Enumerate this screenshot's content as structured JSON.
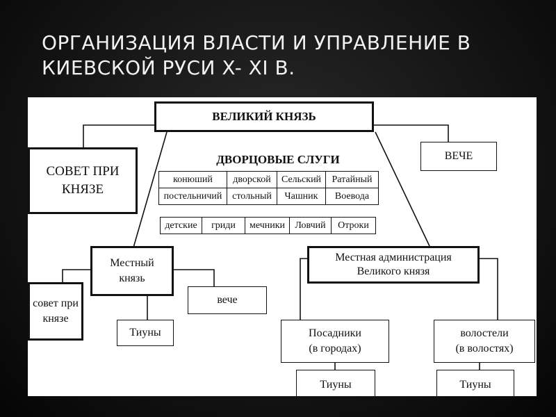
{
  "title": "Организация власти и управление в Киевской Руси X- XI в.",
  "diagram": {
    "grand_prince": "ВЕЛИКИЙ КНЯЗЬ",
    "council_grand": "СОВЕТ ПРИ КНЯЗЕ",
    "veche_grand": "ВЕЧЕ",
    "palace_servants_heading": "ДВОРЦОВЫЕ СЛУГИ",
    "palace_servants": [
      [
        "конюший",
        "дворской",
        "Сельский",
        "Ратайный"
      ],
      [
        "постельничий",
        "стольный",
        "Чашник",
        "Воевода"
      ],
      [
        "детские",
        "гриди",
        "мечники",
        "Ловчий",
        "Отроки"
      ]
    ],
    "local_prince": "Местный князь",
    "local_council": "совет при князе",
    "local_veche": "вече",
    "local_tiuny": "Тиуны",
    "local_admin_line1": "Местная администрация",
    "local_admin_line2": "Великого князя",
    "posadniki": "Посадники",
    "posadniki_note": "(в городах)",
    "volosteli": "волостели",
    "volosteli_note": "(в волостях)",
    "tiuny_posadniki": "Тиуны",
    "tiuny_volosteli": "Тиуны"
  }
}
